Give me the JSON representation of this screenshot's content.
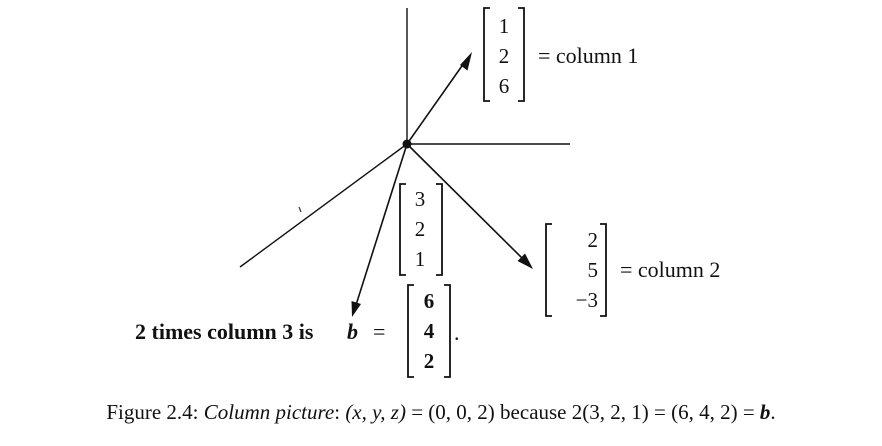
{
  "figure": {
    "column1": {
      "entries": [
        "1",
        "2",
        "6"
      ],
      "label": "= column 1"
    },
    "column2": {
      "entries": [
        "2",
        "5",
        "−3"
      ],
      "label": "= column 2"
    },
    "column3": {
      "entries": [
        "3",
        "2",
        "1"
      ]
    },
    "result": {
      "prefix": "2 times column 3 is",
      "symbol": "b",
      "equals": "=",
      "entries": [
        "6",
        "4",
        "2"
      ],
      "period": "."
    }
  },
  "caption": {
    "lead": "Figure 2.4:",
    "title": "Column picture",
    "colon": ":",
    "vars": "(x, y, z)",
    "eq1": "= (0, 0, 2) because 2(3, 2, 1) = (6, 4, 2) =",
    "b": "b",
    "period": "."
  }
}
